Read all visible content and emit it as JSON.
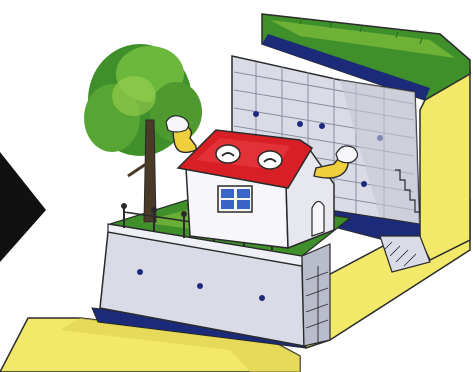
{
  "scene": {
    "subject": "cartoon-house-on-retaining-wall",
    "elements": [
      "arrow",
      "tree",
      "house",
      "retaining-wall",
      "stone-wall",
      "fence",
      "embankment"
    ]
  },
  "colors": {
    "background": "#ffffff",
    "arrow": "#111111",
    "grass": "#3f8f2a",
    "grass_light": "#8cc83f",
    "soil_yellow": "#f2e86a",
    "wall_gray": "#d9dce6",
    "wall_shade": "#b9bccb",
    "drain_blue": "#1c2a7a",
    "roof_red": "#d81f26",
    "house_white": "#f7f7fb",
    "window_blue": "#3a64c8",
    "trunk": "#4a3a28",
    "tree_green": "#57a533",
    "arm_yellow": "#f0cf3e",
    "outline": "#2a2a2a"
  }
}
